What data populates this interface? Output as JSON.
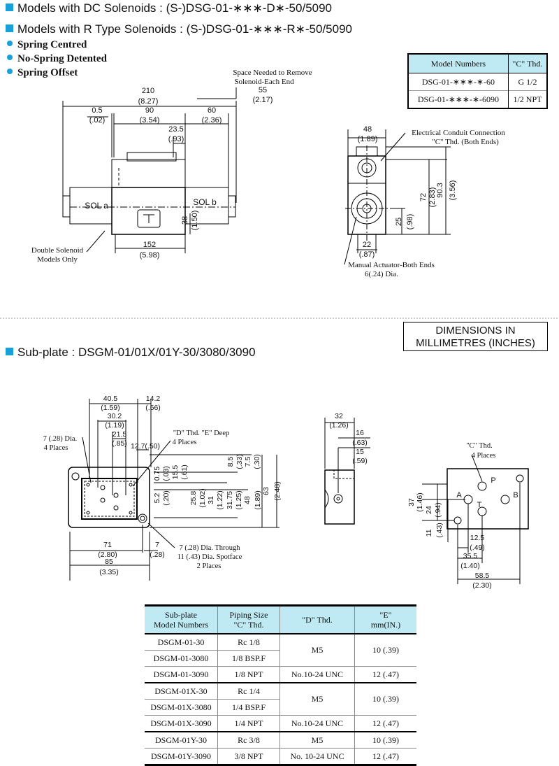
{
  "headings": {
    "dc": "Models with DC Solenoids : (S-)DSG-01-∗∗∗-D∗-50/5090",
    "r": "Models with R Type Solenoids : (S-)DSG-01-∗∗∗-R∗-50/5090",
    "subplate": "Sub-plate : DSGM-01/01X/01Y-30/3080/3090"
  },
  "bullets": [
    "Spring Centred",
    "No-Spring Detented",
    "Spring Offset"
  ],
  "units_box": {
    "line1": "DIMENSIONS IN",
    "line2": "MILLIMETRES (INCHES)"
  },
  "colors": {
    "accent": "#1aa0d8",
    "table_header": "#bfeaf3"
  },
  "valve_drawing": {
    "remove_note_1": "Space Needed to Remove",
    "remove_note_2": "Solenoid-Each End",
    "d55": "55",
    "d55i": "(2.17)",
    "d210": "210",
    "d210i": "(8.27)",
    "d05": "0.5",
    "d05i": "(.02)",
    "d90": "90",
    "d90i": "(3.54)",
    "d60": "60",
    "d60i": "(2.36)",
    "d235": "23.5",
    "d235i": "(.93)",
    "sol_a": "SOL a",
    "sol_b": "SOL b",
    "d38": "38",
    "d38i": "(1.50)",
    "d152": "152",
    "d152i": "(5.98)",
    "double_note_1": "Double Solenoid",
    "double_note_2": "Models Only"
  },
  "side_view": {
    "d48": "48",
    "d48i": "(1.89)",
    "conduit_1": "Electrical Conduit Connection",
    "conduit_2": "\"C\" Thd. (Both Ends)",
    "d72": "72",
    "d72i": "(2.83)",
    "d903": "90.3",
    "d903i": "(3.56)",
    "d25": "25",
    "d25i": "(.98)",
    "d22": "22",
    "d22i": "(.87)",
    "manual_1": "Manual Actuator-Both Ends",
    "manual_2": "6(.24) Dia."
  },
  "table1": {
    "headers": [
      "Model Numbers",
      "\"C\" Thd."
    ],
    "rows": [
      [
        "DSG-01-∗∗∗-∗-60",
        "G 1/2"
      ],
      [
        "DSG-01-∗∗∗-∗-6090",
        "1/2 NPT"
      ]
    ]
  },
  "subplate_top": {
    "d405": "40.5",
    "d405i": "(1.59)",
    "d142": "14.2",
    "d142i": "(.56)",
    "d302": "30.2",
    "d302i": "(1.19)",
    "d215": "21.5",
    "d215i": "(.85)",
    "d127": "12.7(.50)",
    "hole_1": "7 (.28) Dia.",
    "hole_2": "4 Places",
    "de_1": "\"D\" Thd. \"E\" Deep",
    "de_2": "4 Places",
    "d075": "0.75",
    "d075i": "(.03)",
    "d155": "15.5",
    "d155i": "(.61)",
    "d85": "8.5",
    "d85i": "(.33)",
    "d75": "7.5",
    "d75i": "(.30)",
    "d52": "5.2",
    "d52i": "(.20)",
    "d258": "25.8",
    "d258i": "(1.02)",
    "d31": "31",
    "d31i": "(1.22)",
    "d3175": "31.75",
    "d3175i": "(1.25)",
    "d48": "48",
    "d48i": "(1.89)",
    "d63": "63",
    "d63i": "(2.48)",
    "d71": "71",
    "d71i": "(2.80)",
    "d7": "7",
    "d7i": "(.28)",
    "d85b": "85",
    "d85bi": "(3.35)",
    "through_1": "7 (.28) Dia. Through",
    "through_2": "11 (.43) Dia. Spotface",
    "through_3": "2 Places"
  },
  "subplate_side": {
    "d32": "32",
    "d32i": "(1.26)",
    "d16": "16",
    "d16i": "(.63)",
    "d15": "15",
    "d15i": "(.59)"
  },
  "subplate_ports": {
    "cthd_1": "\"C\" Thd.",
    "cthd_2": "4 Places",
    "port_p": "P",
    "port_a": "A",
    "port_b": "B",
    "port_t": "T",
    "d37": "37",
    "d37i": "(1.46)",
    "d24": "24",
    "d24i": "(.94)",
    "d11": "11",
    "d11i": "(.43)",
    "d125": "12.5",
    "d125i": "(.49)",
    "d355": "35.5",
    "d355i": "(1.40)",
    "d585": "58.5",
    "d585i": "(2.30)"
  },
  "table2": {
    "header_1": [
      "Sub-plate",
      "Model Numbers"
    ],
    "header_2": [
      "Piping Size",
      "\"C\" Thd."
    ],
    "header_3": "\"D\" Thd.",
    "header_4": [
      "\"E\"",
      "mm(IN.)"
    ],
    "rows": [
      {
        "model": "DSGM-01-30",
        "piping": "Rc 1/8"
      },
      {
        "model": "DSGM-01-3080",
        "piping": "1/8 BSP.F"
      },
      {
        "model": "DSGM-01-3090",
        "piping": "1/8 NPT"
      },
      {
        "model": "DSGM-01X-30",
        "piping": "Rc 1/4"
      },
      {
        "model": "DSGM-01X-3080",
        "piping": "1/4 BSP.F"
      },
      {
        "model": "DSGM-01X-3090",
        "piping": "1/4 NPT"
      },
      {
        "model": "DSGM-01Y-30",
        "piping": "Rc 3/8"
      },
      {
        "model": "DSGM-01Y-3090",
        "piping": "3/8 NPT"
      }
    ],
    "d_values": [
      "M5",
      "No.10-24 UNC",
      "M5",
      "No.10-24 UNC",
      "M5",
      "No. 10-24 UNC"
    ],
    "e_values": [
      "10 (.39)",
      "12 (.47)",
      "10 (.39)",
      "12 (.47)",
      "10 (.39)",
      "12 (.47)"
    ]
  }
}
